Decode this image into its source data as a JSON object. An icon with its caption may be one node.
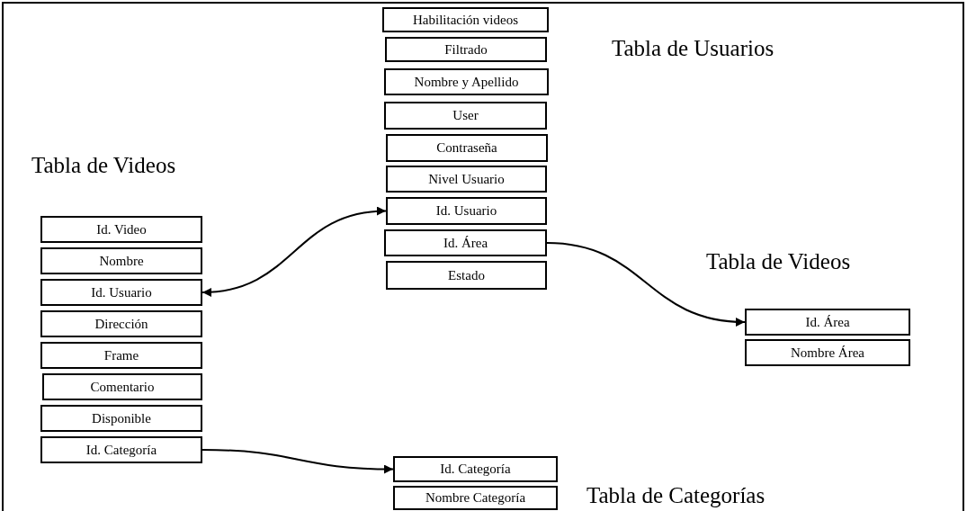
{
  "diagram": {
    "nodes": [
      {
        "text": [
          "Habilitación videos"
        ]
      },
      {
        "text": [
          "Filtrado"
        ]
      },
      {
        "text": [
          "Nombre y Apellido"
        ]
      },
      {
        "text": [
          "User"
        ]
      },
      {
        "text": [
          "Contraseña"
        ]
      },
      {
        "text": [
          "Nivel Usuario"
        ]
      },
      {
        "text": [
          "Id. Usuario"
        ]
      },
      {
        "text": [
          "Id. Área"
        ]
      },
      {
        "text": [
          "Estado"
        ]
      },
      {
        "text": [
          "Id. Video"
        ]
      },
      {
        "text": [
          "Nombre"
        ]
      },
      {
        "text": [
          "Id. Usuario"
        ]
      },
      {
        "text": [
          "Dirección"
        ]
      },
      {
        "text": [
          "Frame"
        ]
      },
      {
        "text": [
          "Comentario"
        ]
      },
      {
        "text": [
          "Disponible"
        ]
      },
      {
        "text": [
          "Id. Categoría"
        ]
      },
      {
        "text": [
          "Id. Área"
        ]
      },
      {
        "text": [
          "Nombre Área"
        ]
      },
      {
        "text": [
          "Id. Categoría"
        ]
      },
      {
        "text": [
          "Nombre Categoría"
        ]
      }
    ],
    "edges": [
      {
        "from": 11,
        "to": 6,
        "arrow": "both"
      },
      {
        "from": 7,
        "to": 17,
        "arrow": "to"
      },
      {
        "from": 16,
        "to": 19,
        "arrow": "to"
      }
    ],
    "labels": [
      "Tabla de Usuarios",
      "Tabla de Videos",
      "Tabla de Videos",
      "Tabla de Categorías"
    ]
  }
}
